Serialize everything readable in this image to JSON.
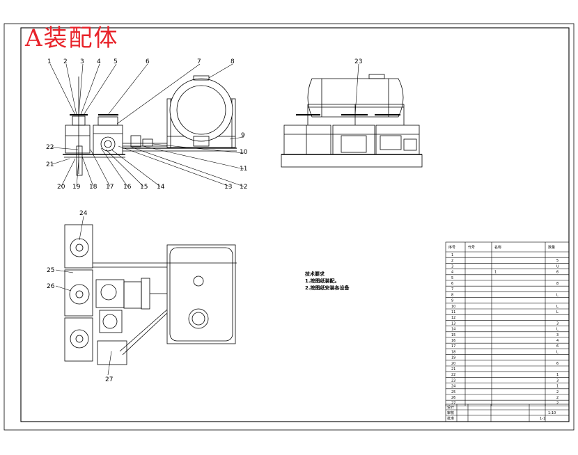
{
  "title": "A装配体",
  "leaders_front": [
    "1",
    "2",
    "3",
    "4",
    "5",
    "6",
    "7",
    "8"
  ],
  "leaders_right": [
    "9",
    "10",
    "11",
    "12"
  ],
  "leaders_bottom": [
    "13",
    "14",
    "15",
    "16",
    "17",
    "18",
    "19",
    "20"
  ],
  "leaders_left": [
    "21",
    "22"
  ],
  "side_view_label": "23",
  "top_view_labels": [
    "24",
    "25",
    "26",
    "27"
  ],
  "notes": {
    "heading": "技术要求",
    "items": [
      "1.按图纸装配。",
      "2.按图纸安装各设备"
    ]
  },
  "parts_table": {
    "headers": [
      "序号",
      "代号",
      "名称",
      "数量"
    ],
    "rows": [
      [
        "1",
        "",
        "",
        ""
      ],
      [
        "2",
        "",
        "",
        "5"
      ],
      [
        "3",
        "",
        "",
        "U"
      ],
      [
        "4",
        "",
        "1",
        "6"
      ],
      [
        "5",
        "",
        "",
        ""
      ],
      [
        "6",
        "",
        "",
        "8"
      ],
      [
        "7",
        "",
        "",
        ""
      ],
      [
        "8",
        "",
        "",
        "L"
      ],
      [
        "9",
        "",
        "",
        ""
      ],
      [
        "10",
        "",
        "",
        "L"
      ],
      [
        "11",
        "",
        "",
        "L"
      ],
      [
        "12",
        "",
        "",
        ""
      ],
      [
        "13",
        "",
        "",
        "3"
      ],
      [
        "14",
        "",
        "",
        "L"
      ],
      [
        "15",
        "",
        "",
        "3"
      ],
      [
        "16",
        "",
        "",
        "4"
      ],
      [
        "17",
        "",
        "",
        "6"
      ],
      [
        "18",
        "",
        "",
        "L"
      ],
      [
        "19",
        "",
        "",
        ""
      ],
      [
        "20",
        "",
        "",
        "6"
      ],
      [
        "21",
        "",
        "",
        ""
      ],
      [
        "22",
        "",
        "",
        "1"
      ],
      [
        "23",
        "",
        "",
        "3"
      ],
      [
        "24",
        "",
        "",
        "1"
      ],
      [
        "25",
        "",
        "",
        "2"
      ],
      [
        "26",
        "",
        "",
        "2"
      ],
      [
        "27",
        "",
        "",
        "2"
      ]
    ]
  },
  "title_block": {
    "scale": "1:10",
    "sheet": "1-1",
    "rows": [
      "设计",
      "审核",
      "批准"
    ]
  }
}
